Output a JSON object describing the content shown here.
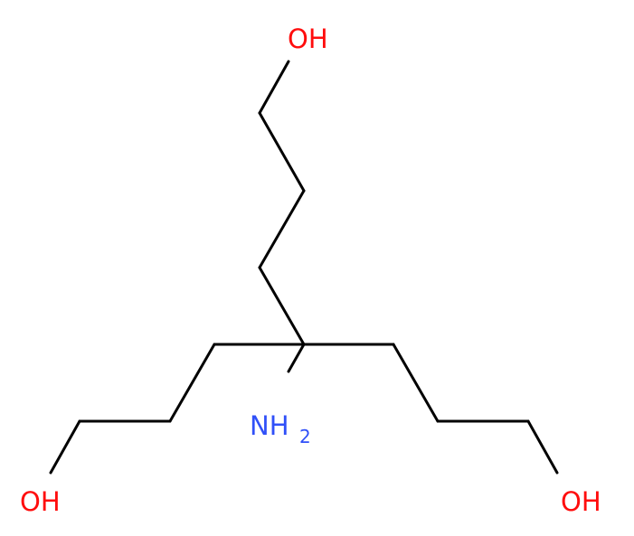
{
  "colors": {
    "bond": "#000000",
    "oxygen": "#ff0d0d",
    "nitrogen": "#3050f8",
    "background": "#ffffff"
  },
  "labels": {
    "hydroxyl_top": "OH",
    "hydroxyl_left": "OH",
    "hydroxyl_right": "OH",
    "amine_main": "NH",
    "amine_subscript": "2"
  }
}
